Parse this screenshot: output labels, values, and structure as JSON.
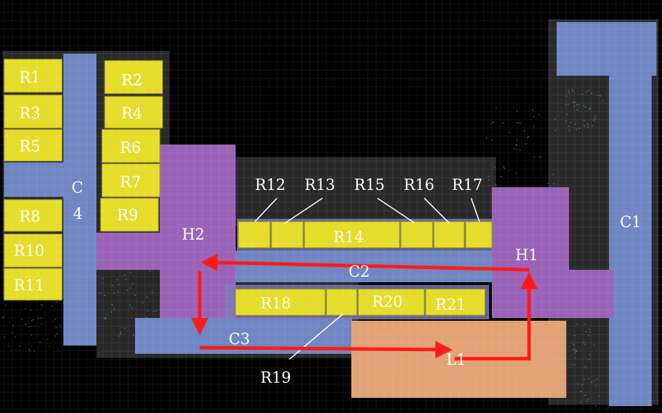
{
  "colors": {
    "background": "#000000",
    "room": "#e6dc2a",
    "corridor": "#6f86c2",
    "hall": "#9a63b8",
    "lobby": "#e1a276",
    "route": "#ff1a1a",
    "label": "#ffffff",
    "scan_noise": "#5fd3d3"
  },
  "rooms": [
    "R1",
    "R2",
    "R3",
    "R4",
    "R5",
    "R6",
    "R7",
    "R8",
    "R9",
    "R10",
    "R11",
    "R12",
    "R13",
    "R14",
    "R15",
    "R16",
    "R17",
    "R18",
    "R19",
    "R20",
    "R21"
  ],
  "corridors": [
    "C1",
    "C2",
    "C3",
    "C 4"
  ],
  "halls": [
    "H1",
    "H2"
  ],
  "lobby": [
    "L1"
  ],
  "route": {
    "waypoints": [
      "H1",
      "H2",
      "C3",
      "L1",
      "H1"
    ],
    "segments": [
      {
        "from": "H1",
        "to": "H2",
        "direction": "left"
      },
      {
        "from": "H2",
        "to": "C3",
        "direction": "down"
      },
      {
        "from": "C3",
        "to": "L1",
        "direction": "right"
      },
      {
        "from": "L1",
        "to": "H1",
        "direction": "up"
      }
    ]
  }
}
